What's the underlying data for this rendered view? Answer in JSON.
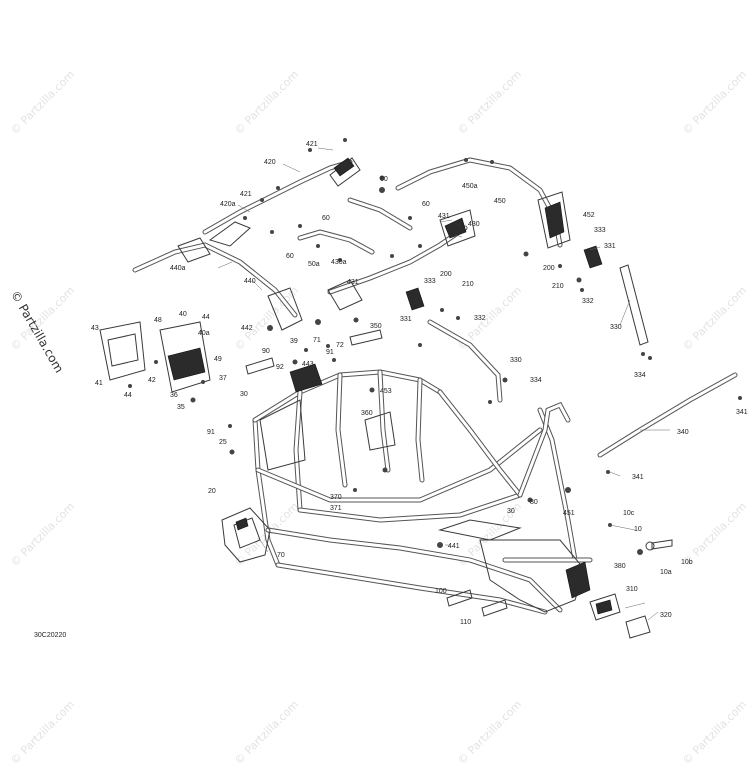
{
  "watermarks": [
    "© Partzilla.com",
    "© Partzilla.com",
    "© Partzilla.com",
    "© Partzilla.com",
    "© Partzilla.com",
    "© Partzilla.com",
    "© Partzilla.com",
    "© Partzilla.com",
    "© Partzilla.com",
    "© Partzilla.com",
    "© Partzilla.com",
    "© Partzilla.com",
    "© Partzilla.com",
    "© Partzilla.com",
    "© Partzilla.com",
    "© Partzilla.com"
  ],
  "side_watermark": "© Partzilla.com",
  "diagram_code": "30C20220",
  "labels": {
    "l421a": "421",
    "l420": "420",
    "l421b": "421",
    "l420a": "420a",
    "l440a": "440a",
    "l440": "440",
    "l60a": "60",
    "l60b": "60",
    "l60c": "60",
    "l50a": "50a",
    "l430a": "430a",
    "l431a": "431",
    "l430": "430",
    "l431b": "431",
    "l450a": "450a",
    "l450": "450",
    "l452": "452",
    "l333a": "333",
    "l331a": "331",
    "l200a": "200",
    "l210a": "210",
    "l200b": "200",
    "l210b": "210",
    "l332a": "332",
    "l332b": "332",
    "l333b": "333",
    "l330a": "330",
    "l334a": "334",
    "l330b": "330",
    "l334b": "334",
    "l43": "43",
    "l48": "48",
    "l40": "40",
    "l44": "44",
    "l40a": "40a",
    "l41": "41",
    "l42": "42",
    "l44b": "44",
    "l49": "49",
    "l37": "37",
    "l36": "36",
    "l35": "35",
    "l442": "442",
    "l90": "90",
    "l39": "39",
    "l71": "71",
    "l91a": "91",
    "l72": "72",
    "l92": "92",
    "l443": "443",
    "l350": "350",
    "l331b": "331",
    "l453": "453",
    "l30a": "30",
    "l360": "360",
    "l91b": "91",
    "l25": "25",
    "l20": "20",
    "l370": "370",
    "l371": "371",
    "l80": "80",
    "l451": "451",
    "l30b": "30",
    "l10c": "10c",
    "l10": "10",
    "l10b": "10b",
    "l10a": "10a",
    "l441": "441",
    "l70": "70",
    "l380": "380",
    "l310": "310",
    "l320": "320",
    "l100": "100",
    "l110": "110",
    "l340": "340",
    "l341a": "341",
    "l341b": "341"
  }
}
